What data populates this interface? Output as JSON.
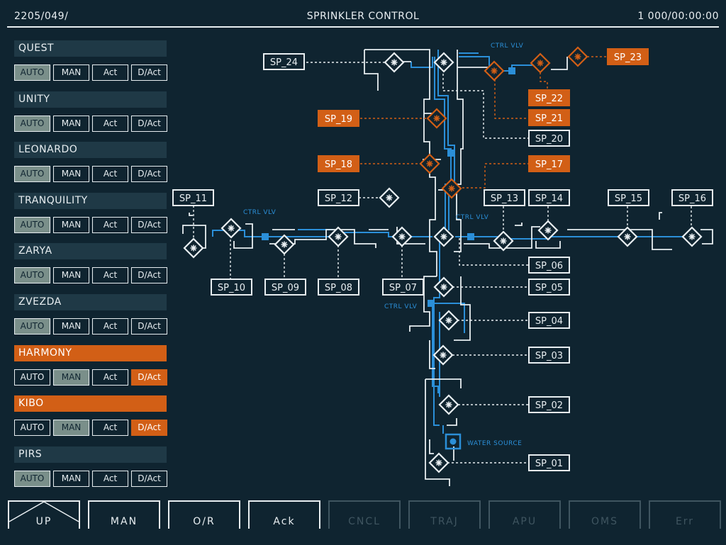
{
  "header": {
    "left": "2205/049/",
    "title": "SPRINKLER CONTROL",
    "right": "1   000/00:00:00"
  },
  "modules": [
    {
      "name": "QUEST",
      "alarm": false,
      "selected": "AUTO",
      "dact_on": false
    },
    {
      "name": "UNITY",
      "alarm": false,
      "selected": "AUTO",
      "dact_on": false
    },
    {
      "name": "LEONARDO",
      "alarm": false,
      "selected": "AUTO",
      "dact_on": false
    },
    {
      "name": "TRANQUILITY",
      "alarm": false,
      "selected": "AUTO",
      "dact_on": false
    },
    {
      "name": "ZARYA",
      "alarm": false,
      "selected": "AUTO",
      "dact_on": false
    },
    {
      "name": "ZVEZDA",
      "alarm": false,
      "selected": "AUTO",
      "dact_on": false
    },
    {
      "name": "HARMONY",
      "alarm": true,
      "selected": "MAN",
      "dact_on": true
    },
    {
      "name": "KIBO",
      "alarm": true,
      "selected": "MAN",
      "dact_on": true
    },
    {
      "name": "PIRS",
      "alarm": false,
      "selected": "AUTO",
      "dact_on": false
    }
  ],
  "mode_buttons": [
    "AUTO",
    "MAN",
    "Act",
    "D/Act"
  ],
  "sprinklers": {
    "SP_01": "SP_01",
    "SP_02": "SP_02",
    "SP_03": "SP_03",
    "SP_04": "SP_04",
    "SP_05": "SP_05",
    "SP_06": "SP_06",
    "SP_07": "SP_07",
    "SP_08": "SP_08",
    "SP_09": "SP_09",
    "SP_10": "SP_10",
    "SP_11": "SP_11",
    "SP_12": "SP_12",
    "SP_13": "SP_13",
    "SP_14": "SP_14",
    "SP_15": "SP_15",
    "SP_16": "SP_16",
    "SP_17": "SP_17",
    "SP_18": "SP_18",
    "SP_19": "SP_19",
    "SP_20": "SP_20",
    "SP_21": "SP_21",
    "SP_22": "SP_22",
    "SP_23": "SP_23",
    "SP_24": "SP_24"
  },
  "active_sprinklers": [
    "SP_17",
    "SP_18",
    "SP_19",
    "SP_21",
    "SP_22",
    "SP_23"
  ],
  "labels": {
    "ctrl_vlv": "CTRL VLV",
    "water_source": "WATER SOURCE"
  },
  "function_keys": [
    {
      "label": "UP",
      "enabled": true
    },
    {
      "label": "MAN",
      "enabled": true
    },
    {
      "label": "O/R",
      "enabled": true
    },
    {
      "label": "Ack",
      "enabled": true
    },
    {
      "label": "CNCL",
      "enabled": false
    },
    {
      "label": "TRAJ",
      "enabled": false
    },
    {
      "label": "APU",
      "enabled": false
    },
    {
      "label": "OMS",
      "enabled": false
    },
    {
      "label": "Err",
      "enabled": false
    }
  ],
  "colors": {
    "background": "#0f2430",
    "line": "#e8eef1",
    "alarm": "#d25f16",
    "pipe": "#2b8fd8",
    "selected": "#7a8f8a"
  }
}
